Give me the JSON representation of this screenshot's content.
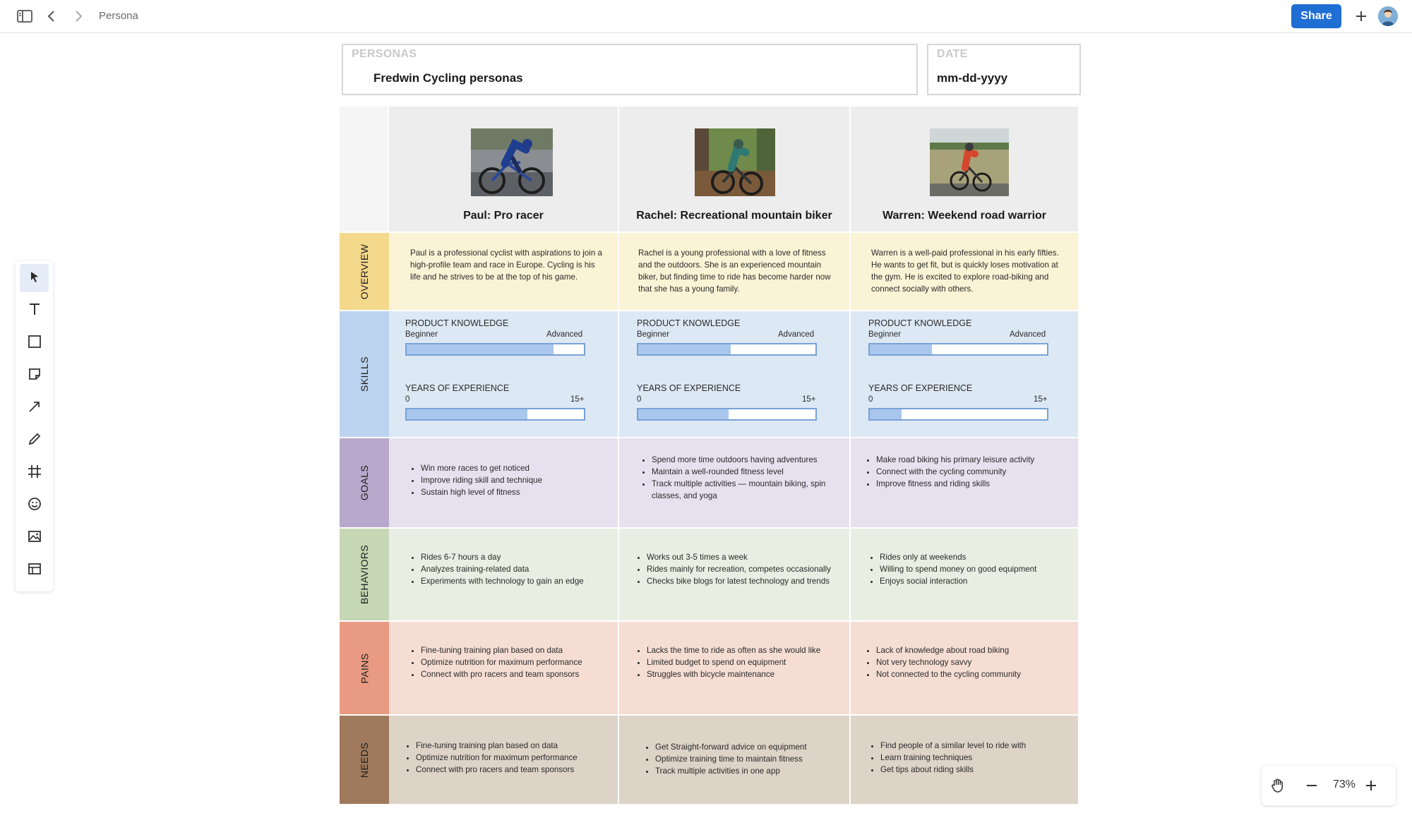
{
  "app": {
    "doc_title": "Persona",
    "share_label": "Share",
    "zoom": "73%"
  },
  "colors": {
    "accent": "#1f6ed4",
    "overview": "#fbf3d5",
    "overview_label": "#f4d98c",
    "skills": "#dde8f5",
    "skills_label": "#bcd3ef",
    "goals": "#e6e1ee",
    "goals_label": "#b8a8cc",
    "behaviors": "#e8efe2",
    "behaviors_label": "#c5d7b4",
    "pains": "#f5ddd4",
    "pains_label": "#e99a82",
    "needs": "#ddd3c7",
    "needs_label": "#a07a5c",
    "header": "#ededed"
  },
  "toolbar": {
    "tools": [
      {
        "name": "select-tool",
        "icon": "cursor-icon"
      },
      {
        "name": "text-tool",
        "icon": "text-icon"
      },
      {
        "name": "rectangle-tool",
        "icon": "rectangle-icon"
      },
      {
        "name": "sticky-note-tool",
        "icon": "sticky-note-icon"
      },
      {
        "name": "arrow-tool",
        "icon": "arrow-icon"
      },
      {
        "name": "pen-tool",
        "icon": "pen-icon"
      },
      {
        "name": "frame-tool",
        "icon": "frame-icon"
      },
      {
        "name": "emoji-tool",
        "icon": "emoji-icon"
      },
      {
        "name": "image-tool",
        "icon": "image-icon"
      },
      {
        "name": "table-tool",
        "icon": "table-icon"
      }
    ]
  },
  "header": {
    "personas_label": "PERSONAS",
    "personas_value": "Fredwin Cycling personas",
    "date_label": "DATE",
    "date_value": "mm-dd-yyyy"
  },
  "rows": {
    "overview": "OVERVIEW",
    "skills": "SKILLS",
    "goals": "GOALS",
    "behaviors": "BEHAVIORS",
    "pains": "PAINS",
    "needs": "NEEDS"
  },
  "skill_labels": {
    "product_knowledge": "PRODUCT KNOWLEDGE",
    "beginner": "Beginner",
    "advanced": "Advanced",
    "years": "YEARS OF EXPERIENCE",
    "zero": "0",
    "fifteen": "15+"
  },
  "personas": [
    {
      "name": "Paul: Pro racer",
      "overview": "Paul is a professional cyclist with aspirations to join a high-profile team and race in Europe. Cycling is his life and he strives to be at the top of his game.",
      "product_knowledge": 0.83,
      "years_experience": 0.68,
      "goals": [
        "Win more races to get noticed",
        "Improve riding skill and technique",
        "Sustain high level of fitness"
      ],
      "behaviors": [
        "Rides 6-7 hours a day",
        "Analyzes training-related data",
        "Experiments with technology to gain an edge"
      ],
      "pains": [
        "Fine-tuning training plan based on data",
        "Optimize nutrition for maximum performance",
        "Connect with pro racers and team sponsors"
      ],
      "needs": [
        "Fine-tuning training plan based on data",
        "Optimize nutrition for maximum performance",
        "Connect with pro racers and team sponsors"
      ]
    },
    {
      "name": "Rachel: Recreational mountain biker",
      "overview": "Rachel is a young professional with a love of fitness and the outdoors. She is an experienced mountain biker, but finding time to ride has become harder now that she has a young family.",
      "product_knowledge": 0.52,
      "years_experience": 0.51,
      "goals": [
        "Spend more time outdoors having adventures",
        "Maintain a well-rounded fitness level",
        "Track multiple activities — mountain biking, spin classes, and yoga"
      ],
      "behaviors": [
        "Works out 3-5 times a week",
        "Rides mainly for recreation, competes occasionally",
        "Checks bike blogs for latest technology and trends"
      ],
      "pains": [
        "Lacks the time to ride as often as she would like",
        "Limited budget to spend on equipment",
        "Struggles with bicycle maintenance"
      ],
      "needs": [
        "Get Straight-forward advice on equipment",
        "Optimize training time to maintain fitness",
        "Track multiple activities in one app"
      ]
    },
    {
      "name": "Warren: Weekend road warrior",
      "overview": "Warren is a well-paid professional in his early fifties. He wants to get fit, but is quickly loses motivation at the gym. He is excited to explore road-biking and connect socially with others.",
      "product_knowledge": 0.35,
      "years_experience": 0.18,
      "goals": [
        "Make road biking his primary leisure activity",
        "Connect with the cycling community",
        "Improve fitness and riding skills"
      ],
      "behaviors": [
        "Rides only at weekends",
        "Willing to spend money on good equipment",
        "Enjoys social interaction"
      ],
      "pains": [
        "Lack of knowledge about road biking",
        "Not very technology savvy",
        "Not connected to the cycling community"
      ],
      "needs": [
        "Find people of a similar level to ride with",
        "Learn training techniques",
        "Get tips about riding skills"
      ]
    }
  ]
}
